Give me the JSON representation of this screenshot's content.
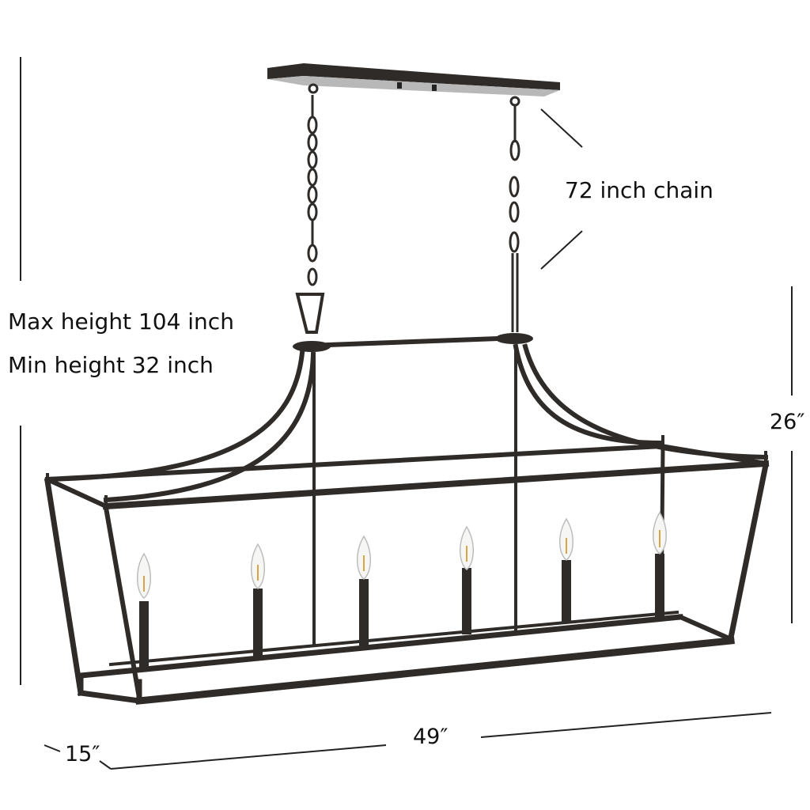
{
  "product": {
    "type": "linear lantern chandelier",
    "finish_color": "#2e2b28",
    "bulb_count": 6
  },
  "dimensions": {
    "max_height": "Max height 104 inch",
    "min_height": "Min height 32 inch",
    "chain": "72 inch chain",
    "height": "26″",
    "width": "49″",
    "depth": "15″"
  },
  "colors": {
    "background": "#ffffff",
    "text": "#111111",
    "metal": "#2e2b28",
    "canopy_underside": "#b8b8b8",
    "bulb_filament": "#d9a441"
  }
}
